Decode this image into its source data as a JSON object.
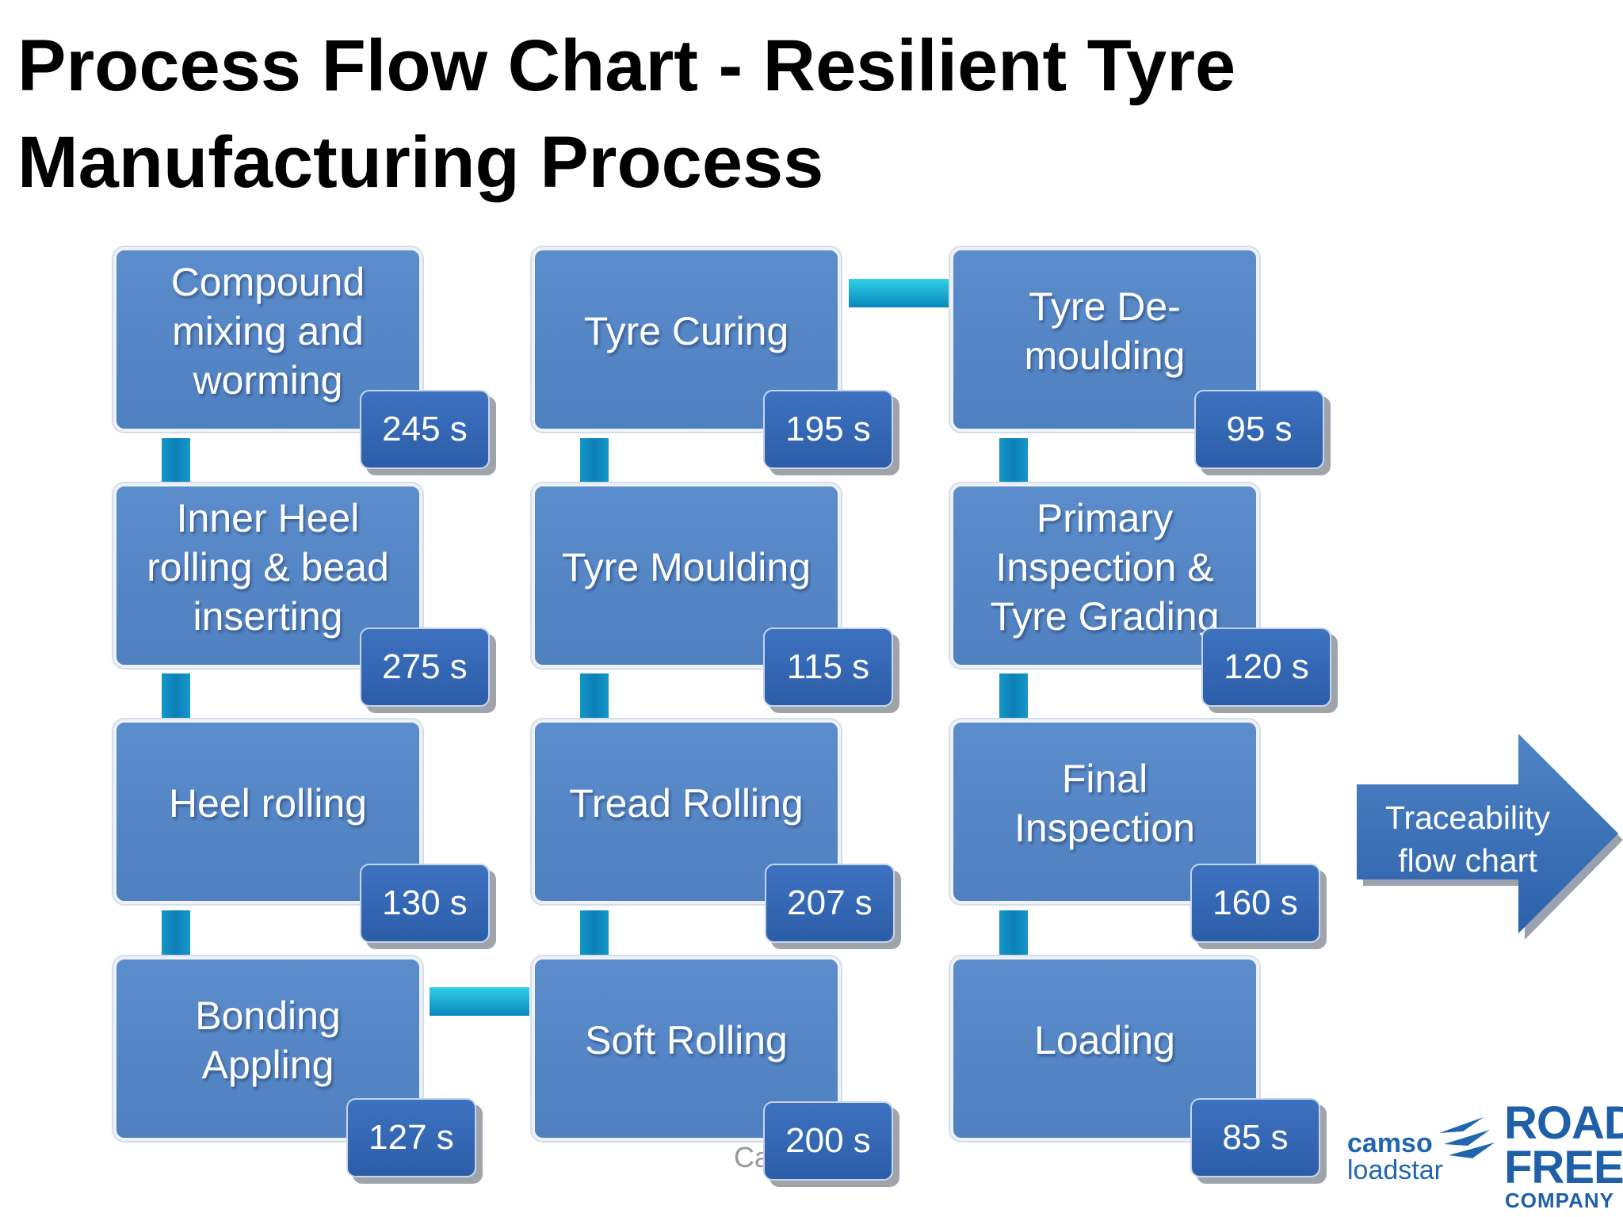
{
  "title": {
    "line1": "Process Flow Chart - Resilient Tyre",
    "line2": "Manufacturing Process"
  },
  "nodes": [
    {
      "label": "Compound\nmixing and\nworming",
      "time": "245 s"
    },
    {
      "label": "Inner Heel\nrolling & bead\ninserting",
      "time": "275 s"
    },
    {
      "label": "Heel rolling",
      "time": "130 s"
    },
    {
      "label": "Bonding\nAppling",
      "time": "127 s"
    },
    {
      "label": "Soft Rolling",
      "time": "200 s"
    },
    {
      "label": "Tread Rolling",
      "time": "207 s"
    },
    {
      "label": "Tyre Moulding",
      "time": "115 s"
    },
    {
      "label": "Tyre Curing",
      "time": "195 s"
    },
    {
      "label": "Tyre De-\nmoulding",
      "time": "95 s"
    },
    {
      "label": "Primary\nInspection &\nTyre Grading",
      "time": "120 s"
    },
    {
      "label": "Final\nInspection",
      "time": "160 s"
    },
    {
      "label": "Loading",
      "time": "85 s"
    }
  ],
  "caption_fragment": "Ca",
  "traceability": {
    "label": "Traceability\nflow chart"
  },
  "logos": {
    "camso": {
      "name": "camso",
      "sub": "loadstar"
    },
    "road_free": {
      "line1": "ROAD",
      "line2": "FREE",
      "line3": "COMPANY"
    }
  },
  "colors": {
    "node": "#5285c5",
    "badge": "#3566b2",
    "connector": "#1296c8",
    "brand_blue": "#1f5fa8"
  }
}
